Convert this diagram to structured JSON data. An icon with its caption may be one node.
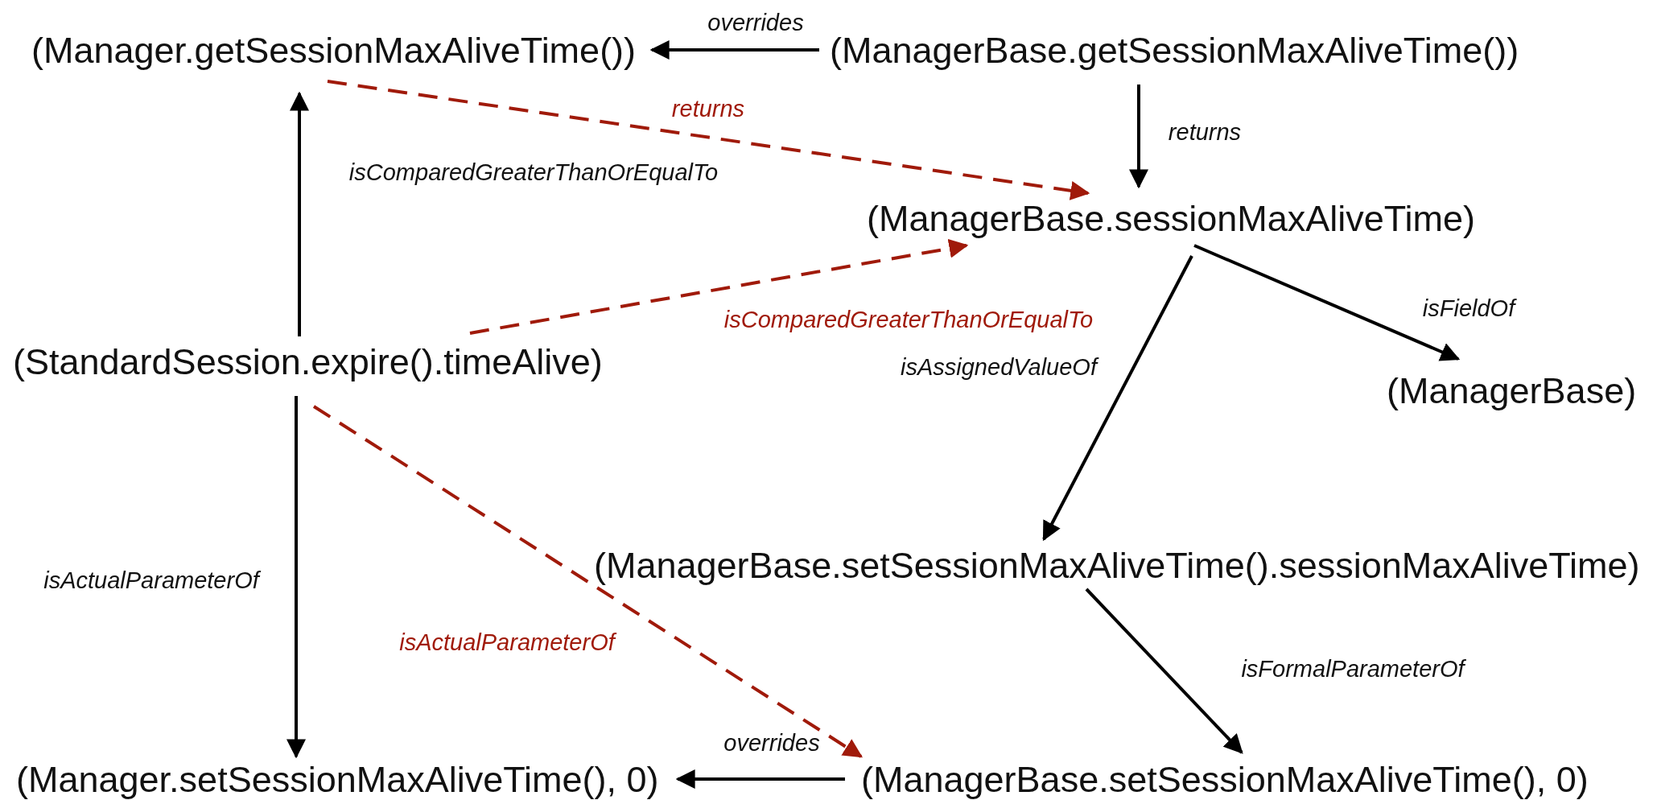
{
  "diagram": {
    "nodes": [
      {
        "text": [
          "(Manager.getSessionMaxAliveTime())"
        ]
      },
      {
        "text": [
          "(ManagerBase.getSessionMaxAliveTime())"
        ]
      },
      {
        "text": [
          "(ManagerBase.sessionMaxAliveTime)"
        ]
      },
      {
        "text": [
          "(StandardSession.expire().timeAlive)"
        ]
      },
      {
        "text": [
          "(ManagerBase)"
        ]
      },
      {
        "text": [
          "(ManagerBase.setSessionMaxAliveTime().sessionMaxAliveTime)"
        ]
      },
      {
        "text": [
          "(Manager.setSessionMaxAliveTime(), 0)"
        ]
      },
      {
        "text": [
          "(ManagerBase.setSessionMaxAliveTime(), 0)"
        ]
      }
    ],
    "edges": [
      {
        "from": 1,
        "to": 0,
        "arrow": "to",
        "label": "overrides"
      },
      {
        "from": 1,
        "to": 2,
        "arrow": "to",
        "label": "returns"
      },
      {
        "from": 0,
        "to": 2,
        "arrow": "to",
        "label": "returns",
        "style": "dashed",
        "color": "#a01a0a"
      },
      {
        "from": 3,
        "to": 0,
        "arrow": "to",
        "label": "isComparedGreaterThanOrEqualTo"
      },
      {
        "from": 3,
        "to": 2,
        "arrow": "to",
        "label": "isComparedGreaterThanOrEqualTo",
        "style": "dashed",
        "color": "#a01a0a"
      },
      {
        "from": 2,
        "to": 4,
        "arrow": "to",
        "label": "isFieldOf"
      },
      {
        "from": 2,
        "to": 5,
        "arrow": "to",
        "label": "isAssignedValueOf"
      },
      {
        "from": 3,
        "to": 6,
        "arrow": "to",
        "label": "isActualParameterOf"
      },
      {
        "from": 3,
        "to": 7,
        "arrow": "to",
        "label": "isActualParameterOf",
        "style": "dashed",
        "color": "#a01a0a"
      },
      {
        "from": 5,
        "to": 7,
        "arrow": "to",
        "label": "isFormalParameterOf"
      },
      {
        "from": 7,
        "to": 6,
        "arrow": "to",
        "label": "overrides"
      }
    ]
  }
}
